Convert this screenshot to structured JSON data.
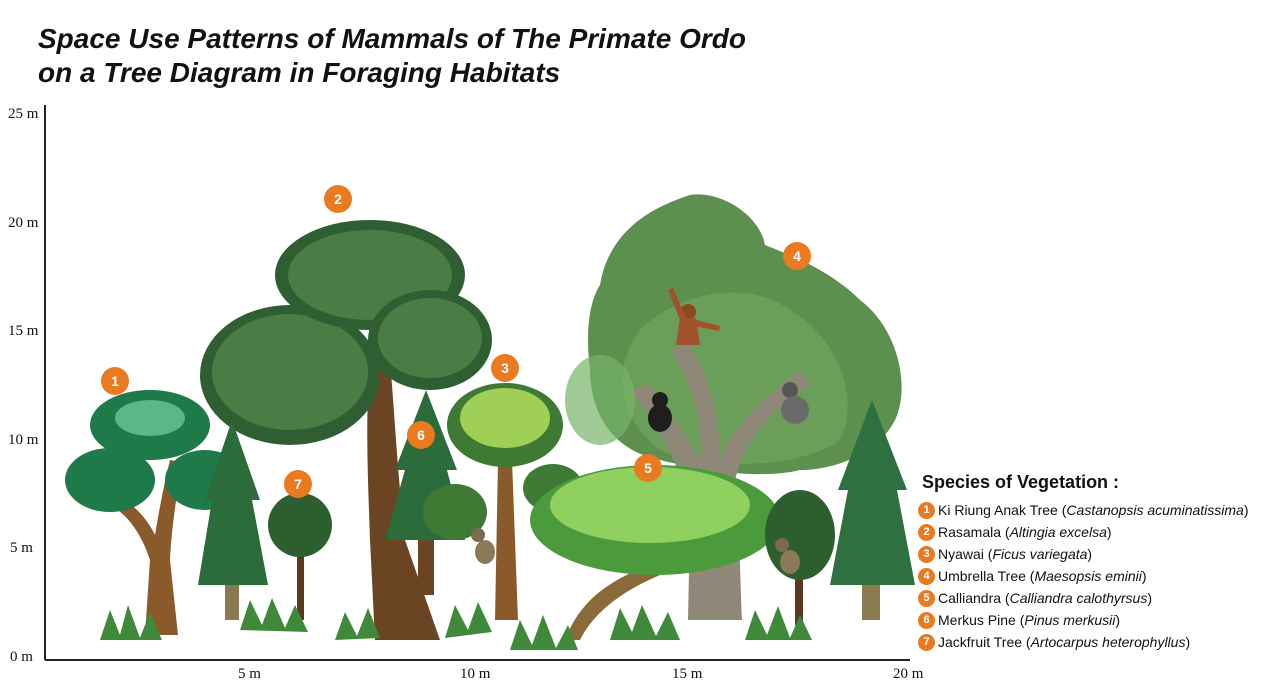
{
  "title": {
    "line1": "Space Use Patterns of Mammals of The Primate Ordo",
    "line2": "on a Tree Diagram in Foraging Habitats"
  },
  "axes": {
    "y_ticks": [
      "25 m",
      "20 m",
      "15 m",
      "10 m",
      "5 m",
      "0 m"
    ],
    "x_ticks": [
      "5 m",
      "10 m",
      "15 m",
      "20 m"
    ]
  },
  "markers": [
    "1",
    "2",
    "3",
    "4",
    "5",
    "6",
    "7"
  ],
  "legend": {
    "heading": "Species of Vegetation :",
    "items": [
      {
        "num": "1",
        "name": "Ki Riung Anak Tree",
        "scientific": "Castanopsis acuminatissima"
      },
      {
        "num": "2",
        "name": "Rasamala",
        "scientific": "Altingia excelsa"
      },
      {
        "num": "3",
        "name": "Nyawai",
        "scientific": "Ficus variegata"
      },
      {
        "num": "4",
        "name": "Umbrella Tree",
        "scientific": "Maesopsis eminii"
      },
      {
        "num": "5",
        "name": "Calliandra",
        "scientific": "Calliandra calothyrsus"
      },
      {
        "num": "6",
        "name": "Merkus Pine",
        "scientific": "Pinus merkusii"
      },
      {
        "num": "7",
        "name": "Jackfruit Tree",
        "scientific": "Artocarpus heterophyllus"
      }
    ]
  },
  "colors": {
    "marker": "#ea7a1f",
    "trunk": "#6b4423",
    "dark_green": "#2f6b3a",
    "mid_green": "#4f8f4f",
    "light_green": "#7cc44f"
  }
}
